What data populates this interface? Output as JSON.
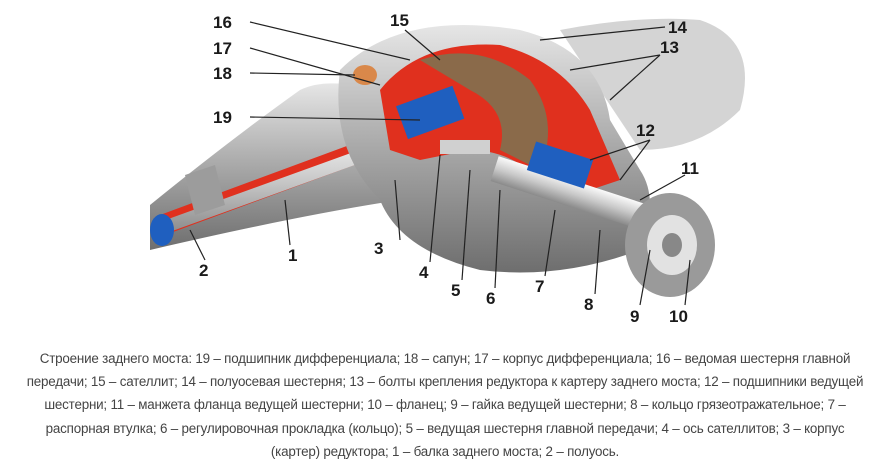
{
  "figure": {
    "labels": {
      "n1": "1",
      "n2": "2",
      "n3": "3",
      "n4": "4",
      "n5": "5",
      "n6": "6",
      "n7": "7",
      "n8": "8",
      "n9": "9",
      "n10": "10",
      "n11": "11",
      "n12": "12",
      "n13": "13",
      "n14": "14",
      "n15": "15",
      "n16": "16",
      "n17": "17",
      "n18": "18",
      "n19": "19"
    },
    "colors": {
      "housing": "#b9b9b9",
      "cut": "#e0301e",
      "part_blue": "#1f5fbf",
      "shaft": "#d8d8d8",
      "gear": "#8a6a4a"
    }
  },
  "caption": "Строение заднего моста: 19 – подшипник дифференциала; 18 – сапун; 17 – корпус дифференциала; 16 – ведомая шестерня главной передачи; 15 – сателлит; 14 – полуосевая шестерня; 13 – болты крепления редуктора к картеру заднего моста; 12 – подшипники ведущей шестерни; 11 – манжета фланца ведущей шестерни; 10 – фланец; 9 – гайка ведущей шестерни; 8 – кольцо грязеотражательное; 7 – распорная втулка; 6 – регулировочная прокладка (кольцо); 5 – ведущая шестерня главной передачи; 4 – ось сателлитов; 3 – корпус (картер) редуктора; 1 – балка заднего моста; 2 – полуось."
}
